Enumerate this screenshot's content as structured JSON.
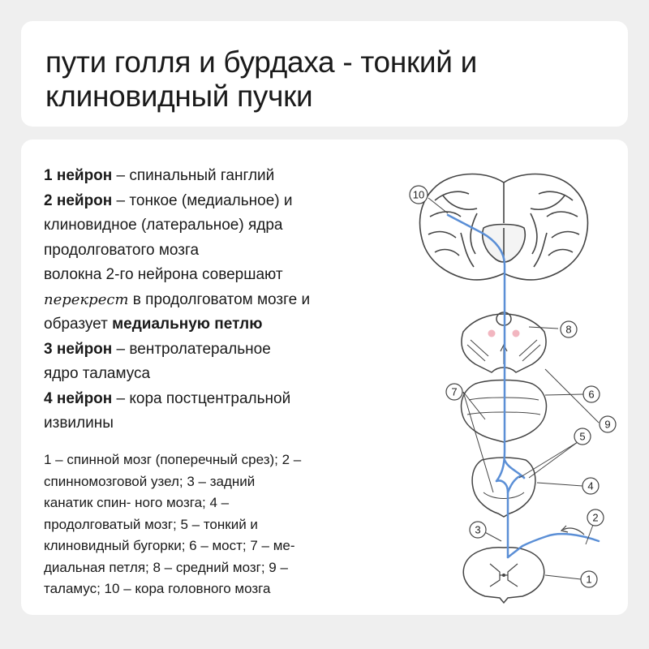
{
  "title": {
    "line1": "пути голля и бурдаха - тонкий и",
    "line2": "клиновидный пучки"
  },
  "neurons": {
    "n1_bold": "1 нейрон",
    "n1_rest": " – спинальный ганглий",
    "n2_bold": "2 нейрон",
    "n2_rest": " – тонкое (медиальное) и",
    "n2_line2": "клиновидное (латеральное) ядра",
    "n2_line3": "продолговатого мозга",
    "fibers_line1": "волокна 2-го нейрона совершают",
    "fibers_italic": "перекрест",
    "fibers_line2_rest": " в продолговатом мозге и",
    "fibers_line3_start": "образует ",
    "fibers_bold": "медиальную петлю",
    "n3_bold": "3 нейрон",
    "n3_rest": " – вентролатеральное",
    "n3_line2": "ядро таламуса",
    "n4_bold": "4 нейрон",
    "n4_rest": " – кора постцентральной",
    "n4_line2": "извилины"
  },
  "legend": [
    "1 – спинной мозг (поперечный срез); 2 –",
    "спинномозговой узел; 3 – задний",
    "канатик спин- ного мозга; 4 –",
    "продолговатый мозг; 5 – тонкий и",
    "клиновидный бугорки; 6 – мост; 7 – ме-",
    "диальная петля; 8 – средний мозг; 9 –",
    "таламус; 10 – кора головного мозга"
  ],
  "diagram": {
    "labels": [
      "1",
      "2",
      "3",
      "4",
      "5",
      "6",
      "7",
      "8",
      "9",
      "10"
    ],
    "colors": {
      "pathway": "#5b8fd6",
      "outline": "#444444",
      "nucleus": "#f2b6c0"
    },
    "icons": [
      "brain-coronal-section-icon",
      "midbrain-section-icon",
      "pons-section-icon",
      "medulla-section-icon",
      "spinal-cord-section-icon"
    ]
  }
}
